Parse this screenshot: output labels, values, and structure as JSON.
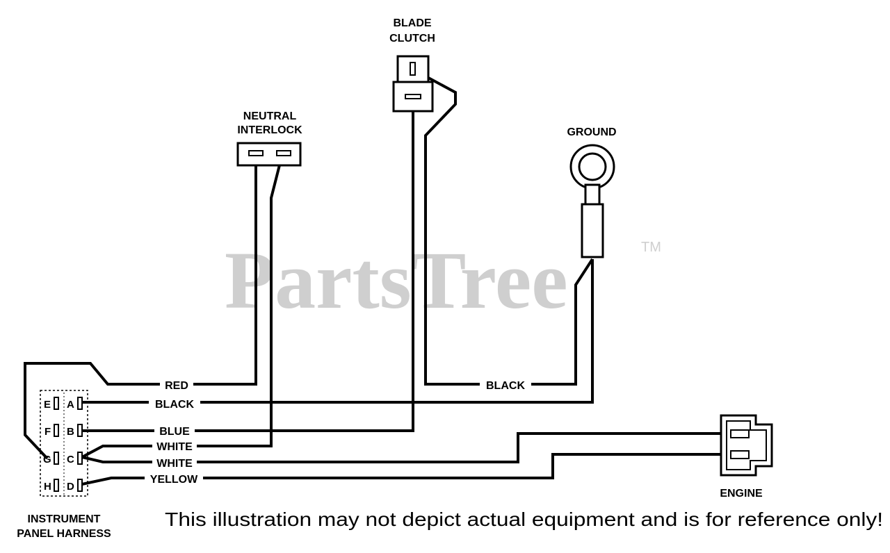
{
  "watermark": {
    "text": "PartsTree",
    "trademark": "TM"
  },
  "components": {
    "blade_clutch": {
      "line1": "BLADE",
      "line2": "CLUTCH"
    },
    "neutral_interlock": {
      "line1": "NEUTRAL",
      "line2": "INTERLOCK"
    },
    "ground": {
      "label": "GROUND"
    },
    "engine": {
      "label": "ENGINE"
    },
    "harness": {
      "line1": "INSTRUMENT",
      "line2": "PANEL HARNESS"
    }
  },
  "harness_pins": {
    "left": [
      "E",
      "F",
      "G",
      "H"
    ],
    "right": [
      "A",
      "B",
      "C",
      "D"
    ]
  },
  "wires": {
    "red": "RED",
    "black_harness": "BLACK",
    "black_clutch": "BLACK",
    "blue": "BLUE",
    "white_1": "WHITE",
    "white_2": "WHITE",
    "yellow": "YELLOW"
  },
  "disclaimer": "This illustration may not depict actual equipment and is for reference only!"
}
